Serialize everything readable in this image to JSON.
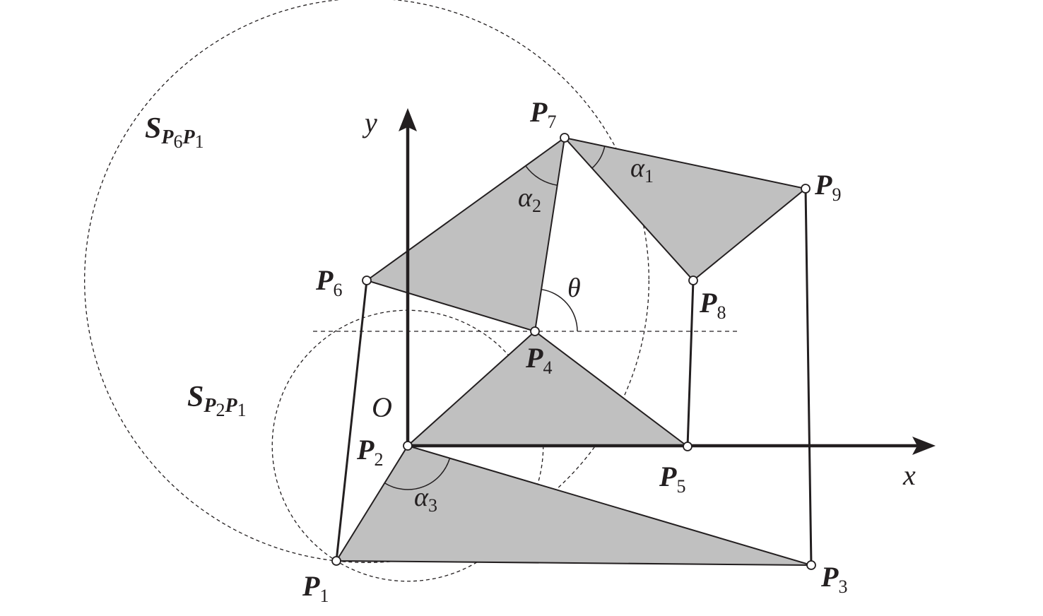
{
  "axes": {
    "x_label": "x",
    "y_label": "y",
    "origin_label": "O"
  },
  "points": [
    {
      "id": "P1",
      "letter": "P",
      "sub": "1"
    },
    {
      "id": "P2",
      "letter": "P",
      "sub": "2"
    },
    {
      "id": "P3",
      "letter": "P",
      "sub": "3"
    },
    {
      "id": "P4",
      "letter": "P",
      "sub": "4"
    },
    {
      "id": "P5",
      "letter": "P",
      "sub": "5"
    },
    {
      "id": "P6",
      "letter": "P",
      "sub": "6"
    },
    {
      "id": "P7",
      "letter": "P",
      "sub": "7"
    },
    {
      "id": "P8",
      "letter": "P",
      "sub": "8"
    },
    {
      "id": "P9",
      "letter": "P",
      "sub": "9"
    }
  ],
  "circles": [
    {
      "name": "S",
      "sub_a": "P",
      "sub_a_idx": "6",
      "sub_b": "P",
      "sub_b_idx": "1"
    },
    {
      "name": "S",
      "sub_a": "P",
      "sub_a_idx": "2",
      "sub_b": "P",
      "sub_b_idx": "1"
    }
  ],
  "angles": {
    "alpha1": "α",
    "alpha1_idx": "1",
    "alpha2": "α",
    "alpha2_idx": "2",
    "alpha3": "α",
    "alpha3_idx": "3",
    "theta": "θ"
  },
  "colors": {
    "fill": "#c0c0c0",
    "stroke": "#231f20"
  }
}
